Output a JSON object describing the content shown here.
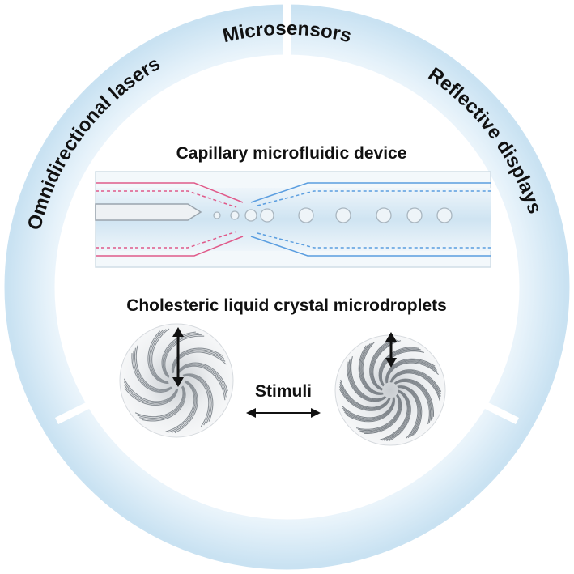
{
  "ring_labels": {
    "top_left": "Omnidirectional lasers",
    "top_right": "Reflective displays",
    "bottom": "Microsensors"
  },
  "center": {
    "device_title": "Capillary microfluidic device",
    "droplets_title": "Cholesteric liquid crystal microdroplets",
    "stimuli_label": "Stimuli"
  },
  "colors": {
    "ring": "#cfe6f3",
    "channel": "#dcecf6",
    "inner_capillary": "#e05a8a",
    "outer_capillary": "#5b9ee0",
    "droplet": "#e8eef2"
  }
}
